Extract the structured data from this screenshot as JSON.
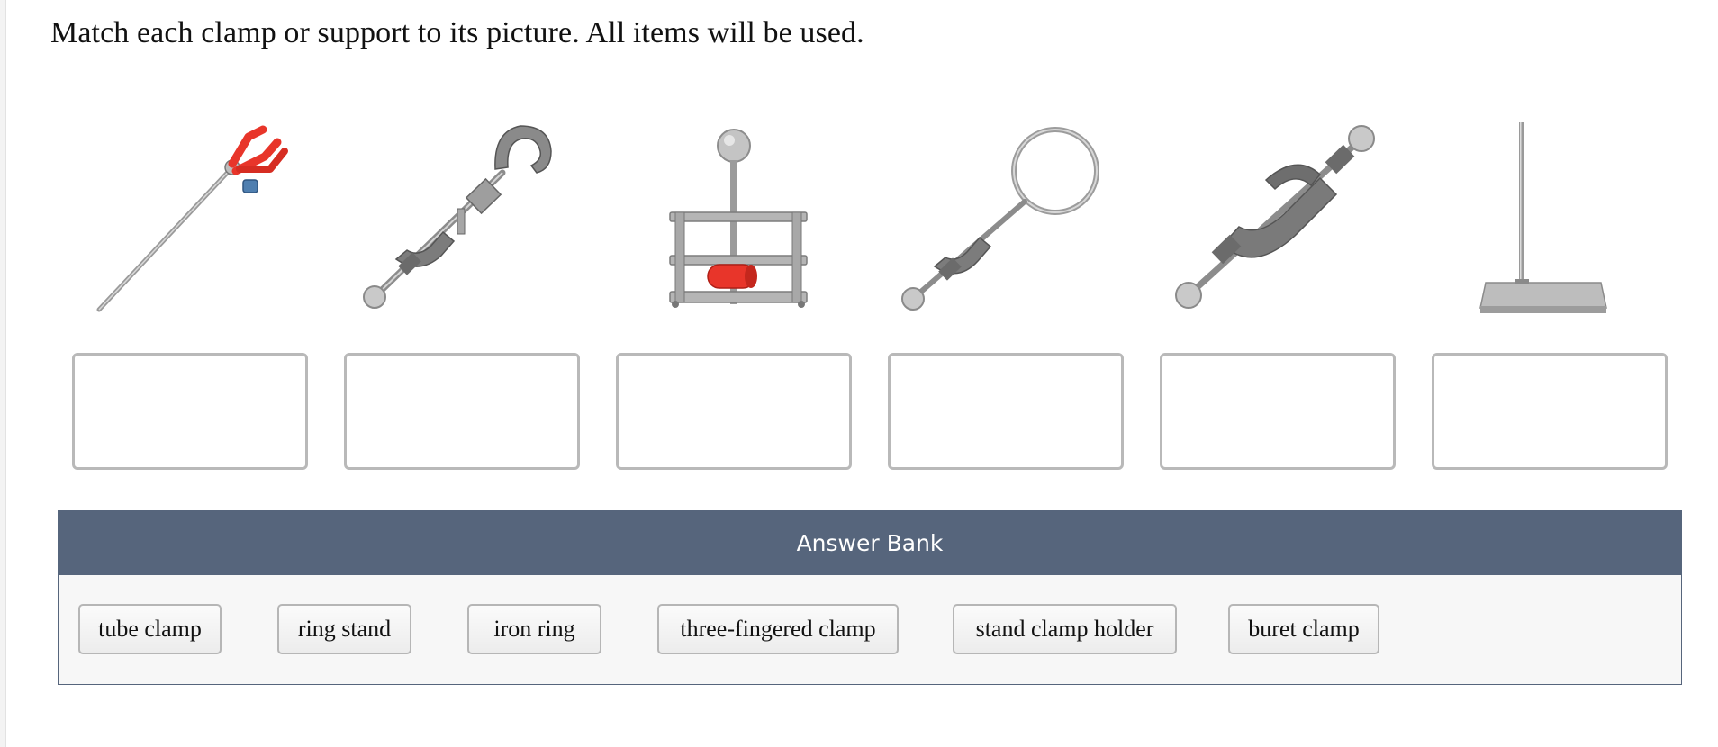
{
  "question": {
    "prompt": "Match each clamp or support to its picture. All items will be used."
  },
  "pictures": [
    {
      "icon": "three-fingered-clamp-icon"
    },
    {
      "icon": "stand-clamp-holder-icon"
    },
    {
      "icon": "tube-clamp-icon"
    },
    {
      "icon": "iron-ring-icon"
    },
    {
      "icon": "buret-clamp-icon"
    },
    {
      "icon": "ring-stand-icon"
    }
  ],
  "answer_bank": {
    "title": "Answer Bank",
    "items": [
      "tube clamp",
      "ring stand",
      "iron ring",
      "three-fingered clamp",
      "stand clamp holder",
      "buret clamp"
    ]
  },
  "colors": {
    "bank_header": "#56657c",
    "clamp_red": "#e8352a",
    "metal": "#9a9a9a"
  }
}
